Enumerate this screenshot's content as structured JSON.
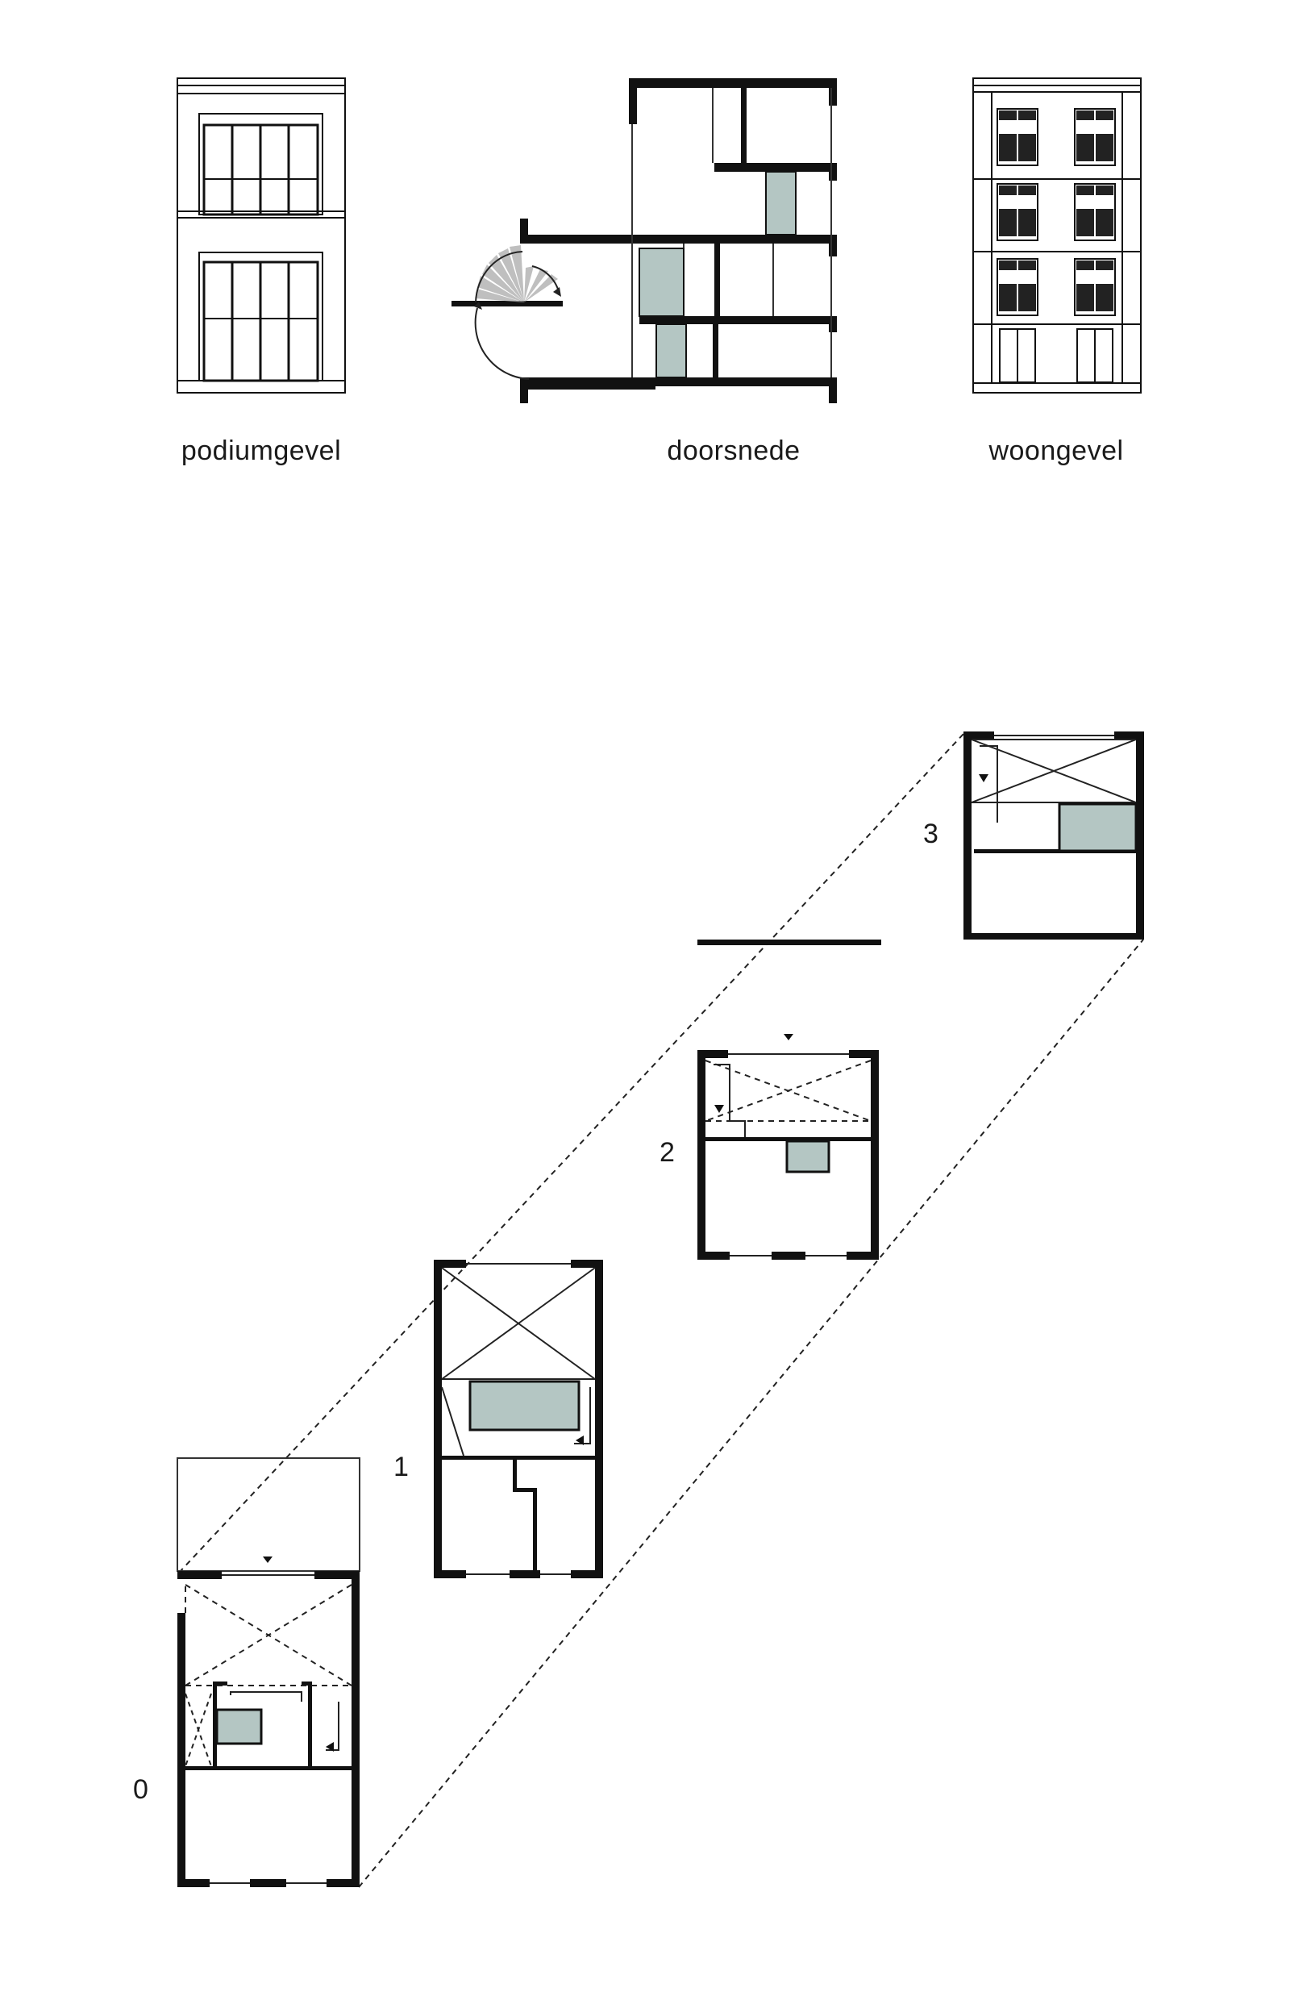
{
  "captions": {
    "podium": "podiumgevel",
    "section": "doorsnede",
    "housing": "woongevel"
  },
  "levels": [
    "0",
    "1",
    "2",
    "3"
  ],
  "colors": {
    "ink": "#111111",
    "core_fill": "#b4c6c3",
    "thin_line": "#333333"
  }
}
